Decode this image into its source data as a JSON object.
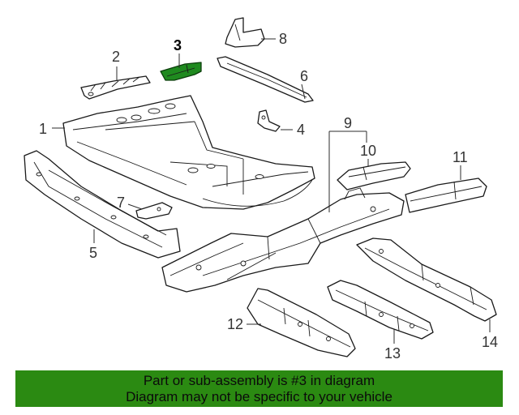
{
  "diagram": {
    "highlighted_part": "3",
    "callouts": [
      "1",
      "2",
      "3",
      "4",
      "5",
      "6",
      "7",
      "8",
      "9",
      "10",
      "11",
      "12",
      "13",
      "14"
    ],
    "colors": {
      "highlight": "#1f8a1f",
      "banner": "#2b8a12"
    }
  },
  "banner": {
    "line1": "Part or sub-assembly is #3 in diagram",
    "line2": "Diagram may not be specific to your vehicle"
  }
}
